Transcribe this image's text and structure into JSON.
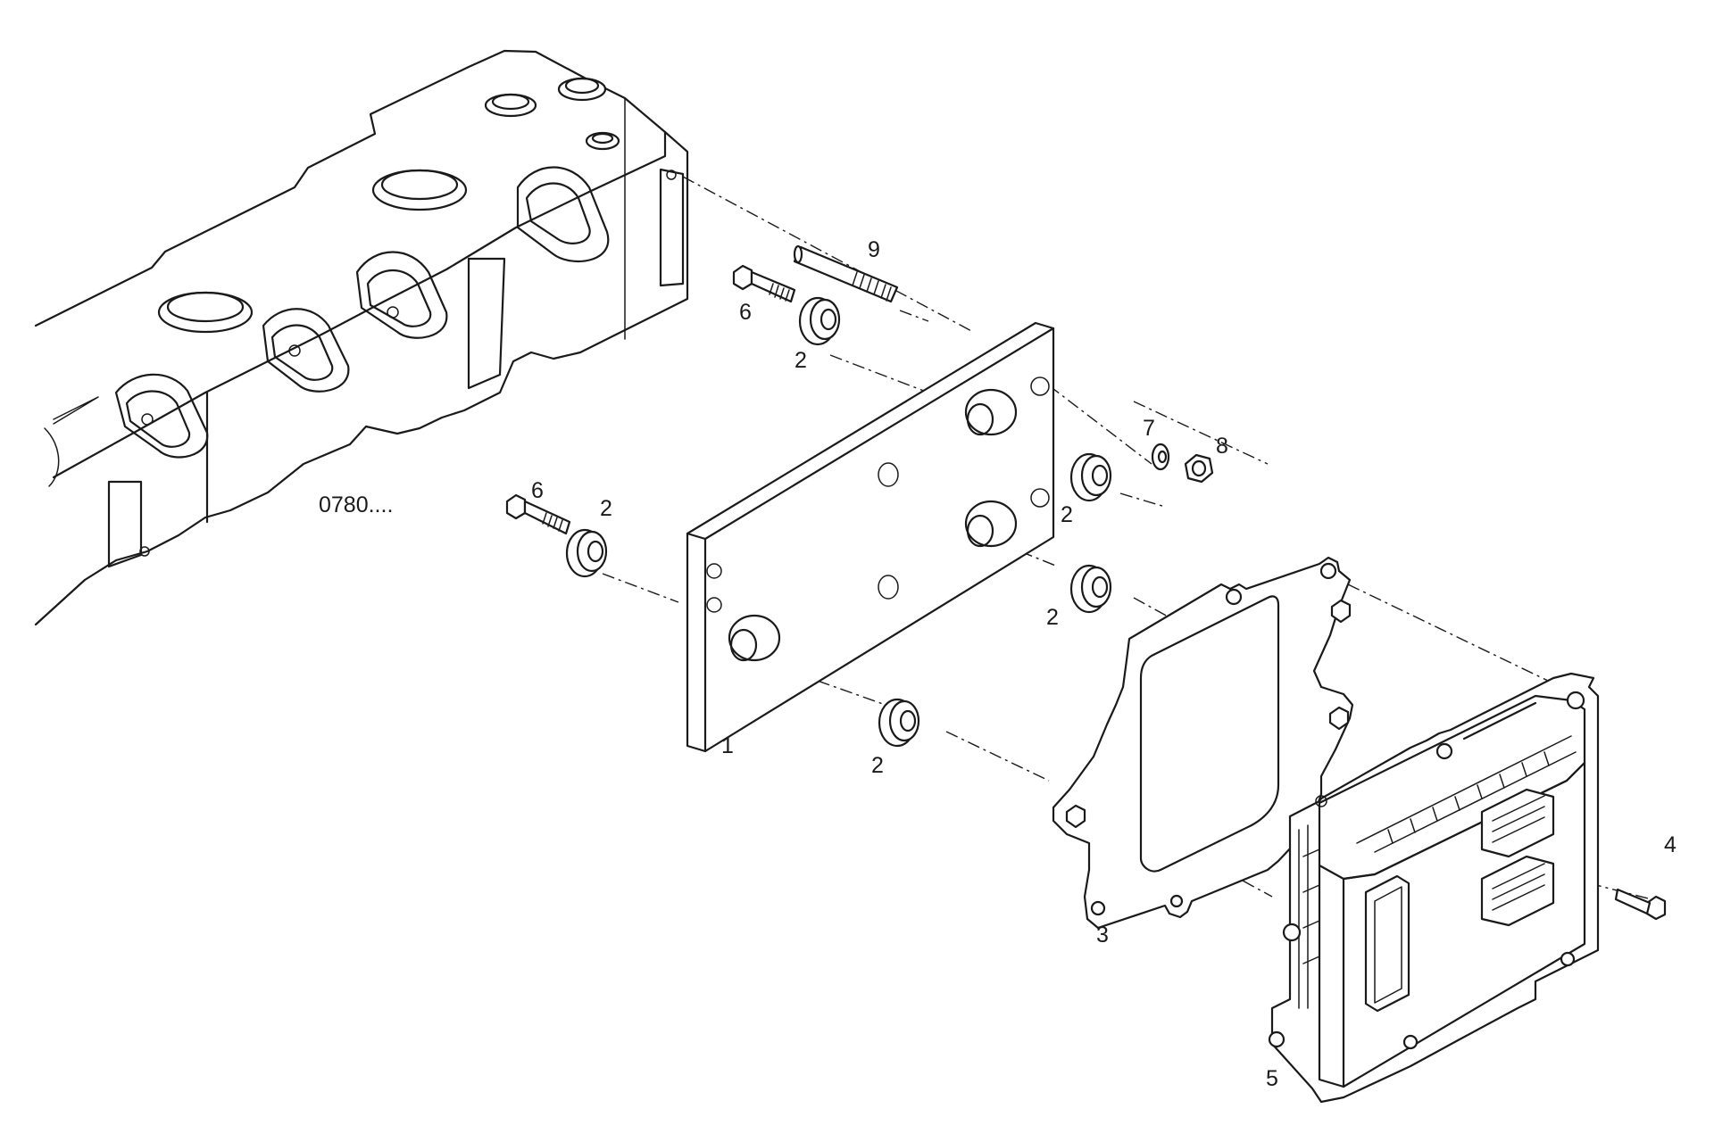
{
  "reference_label": "0780....",
  "callouts": [
    {
      "id": "c9",
      "text": "9"
    },
    {
      "id": "c6a",
      "text": "6"
    },
    {
      "id": "c2a",
      "text": "2"
    },
    {
      "id": "c7",
      "text": "7"
    },
    {
      "id": "c8",
      "text": "8"
    },
    {
      "id": "c6b",
      "text": "6"
    },
    {
      "id": "c2b",
      "text": "2"
    },
    {
      "id": "c2c",
      "text": "2"
    },
    {
      "id": "c2d",
      "text": "2"
    },
    {
      "id": "c1",
      "text": "1"
    },
    {
      "id": "c2e",
      "text": "2"
    },
    {
      "id": "c4",
      "text": "4"
    },
    {
      "id": "c3",
      "text": "3"
    },
    {
      "id": "c5",
      "text": "5"
    }
  ]
}
